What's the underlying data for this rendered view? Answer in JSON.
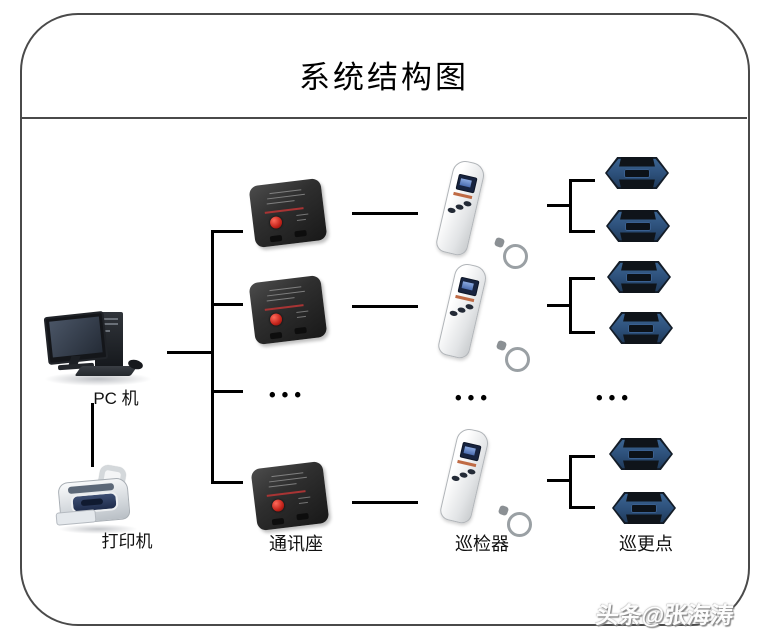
{
  "title": "系统结构图",
  "devices": {
    "pc": {
      "label": "PC 机"
    },
    "printer": {
      "label": "打印机"
    },
    "comm_base": {
      "label": "通讯座"
    },
    "patrol_reader": {
      "label": "巡检器"
    },
    "patrol_point": {
      "label": "巡更点"
    }
  },
  "ellipsis": "•••",
  "watermark": "头条@张海涛",
  "colors": {
    "line": "#000000",
    "frame_border": "#4a4a4a",
    "patrol_point_blue": "#2c4f79",
    "comm_base_black": "#262626",
    "reader_body": "#e2e4e6",
    "base_button_red": "#c2221a"
  }
}
